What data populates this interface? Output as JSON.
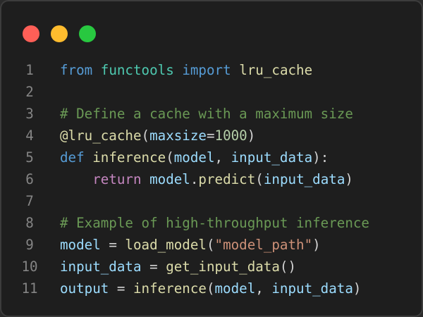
{
  "window": {
    "controls": [
      {
        "name": "close",
        "color": "#ff5f57"
      },
      {
        "name": "minimize",
        "color": "#febc2e"
      },
      {
        "name": "maximize",
        "color": "#28c840"
      }
    ]
  },
  "code": {
    "lines": [
      {
        "n": "1",
        "tokens": [
          [
            "kw",
            "from"
          ],
          [
            "pl",
            " "
          ],
          [
            "mod",
            "functools"
          ],
          [
            "pl",
            " "
          ],
          [
            "kw",
            "import"
          ],
          [
            "pl",
            " "
          ],
          [
            "fn",
            "lru_cache"
          ]
        ]
      },
      {
        "n": "2",
        "tokens": []
      },
      {
        "n": "3",
        "tokens": [
          [
            "cm",
            "# Define a cache with a maximum size"
          ]
        ]
      },
      {
        "n": "4",
        "tokens": [
          [
            "fn",
            "@lru_cache"
          ],
          [
            "pl",
            "("
          ],
          [
            "var",
            "maxsize"
          ],
          [
            "pl",
            "="
          ],
          [
            "num",
            "1000"
          ],
          [
            "pl",
            ")"
          ]
        ]
      },
      {
        "n": "5",
        "tokens": [
          [
            "kw",
            "def"
          ],
          [
            "pl",
            " "
          ],
          [
            "fn",
            "inference"
          ],
          [
            "pl",
            "("
          ],
          [
            "var",
            "model"
          ],
          [
            "pl",
            ", "
          ],
          [
            "var",
            "input_data"
          ],
          [
            "pl",
            "):"
          ]
        ]
      },
      {
        "n": "6",
        "tokens": [
          [
            "pl",
            "    "
          ],
          [
            "ctl",
            "return"
          ],
          [
            "pl",
            " "
          ],
          [
            "var",
            "model"
          ],
          [
            "pl",
            "."
          ],
          [
            "fn",
            "predict"
          ],
          [
            "pl",
            "("
          ],
          [
            "var",
            "input_data"
          ],
          [
            "pl",
            ")"
          ]
        ]
      },
      {
        "n": "7",
        "tokens": []
      },
      {
        "n": "8",
        "tokens": [
          [
            "cm",
            "# Example of high-throughput inference"
          ]
        ]
      },
      {
        "n": "9",
        "tokens": [
          [
            "var",
            "model"
          ],
          [
            "pl",
            " = "
          ],
          [
            "fn",
            "load_model"
          ],
          [
            "pl",
            "("
          ],
          [
            "str",
            "\"model_path\""
          ],
          [
            "pl",
            ")"
          ]
        ]
      },
      {
        "n": "10",
        "tokens": [
          [
            "var",
            "input_data"
          ],
          [
            "pl",
            " = "
          ],
          [
            "fn",
            "get_input_data"
          ],
          [
            "pl",
            "()"
          ]
        ]
      },
      {
        "n": "11",
        "tokens": [
          [
            "var",
            "output"
          ],
          [
            "pl",
            " = "
          ],
          [
            "fn",
            "inference"
          ],
          [
            "pl",
            "("
          ],
          [
            "var",
            "model"
          ],
          [
            "pl",
            ", "
          ],
          [
            "var",
            "input_data"
          ],
          [
            "pl",
            ")"
          ]
        ]
      }
    ]
  }
}
